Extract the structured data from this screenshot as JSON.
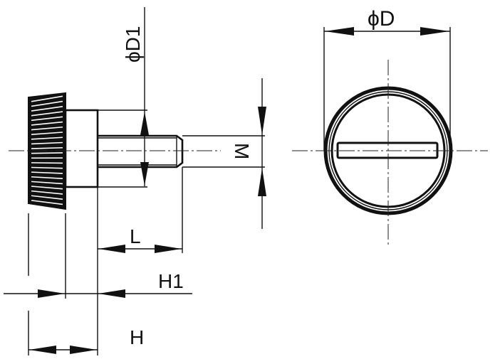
{
  "labels": {
    "d1": "ϕD1",
    "d": "ϕD",
    "m": "M",
    "l": "L",
    "h1": "H1",
    "h": "H"
  }
}
